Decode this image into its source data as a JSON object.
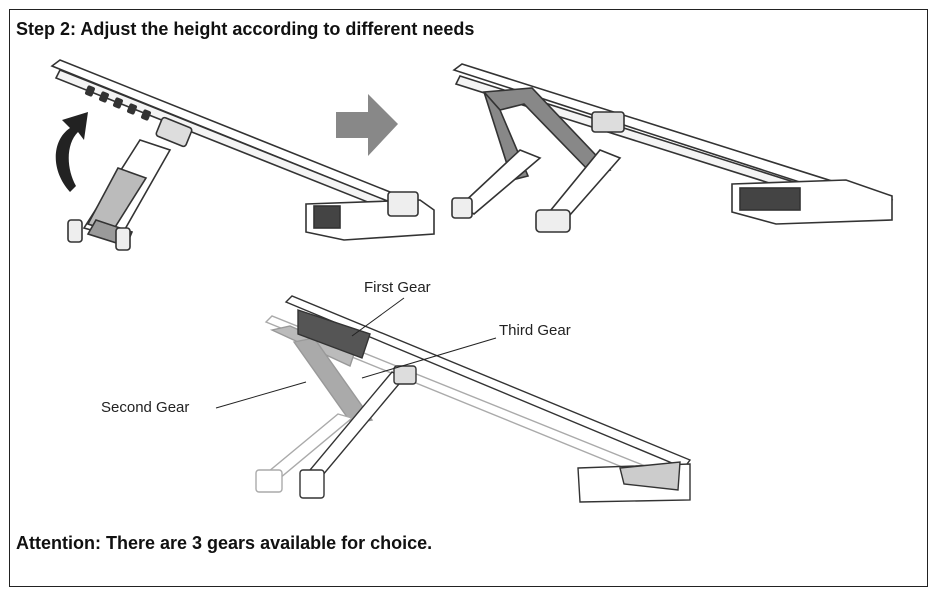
{
  "title": "Step 2: Adjust the height according to different needs",
  "labels": {
    "first_gear": "First Gear",
    "third_gear": "Third Gear",
    "second_gear": "Second Gear"
  },
  "attention": "Attention: There are 3 gears available for choice.",
  "colors": {
    "line": "#333333",
    "light_line": "#aaaaaa",
    "fill_gray": "#8a8a8a",
    "arrow_fill": "#888888",
    "dark_fill": "#444444"
  },
  "icons": [
    "curved-arrow-up-icon",
    "arrow-right-icon"
  ]
}
